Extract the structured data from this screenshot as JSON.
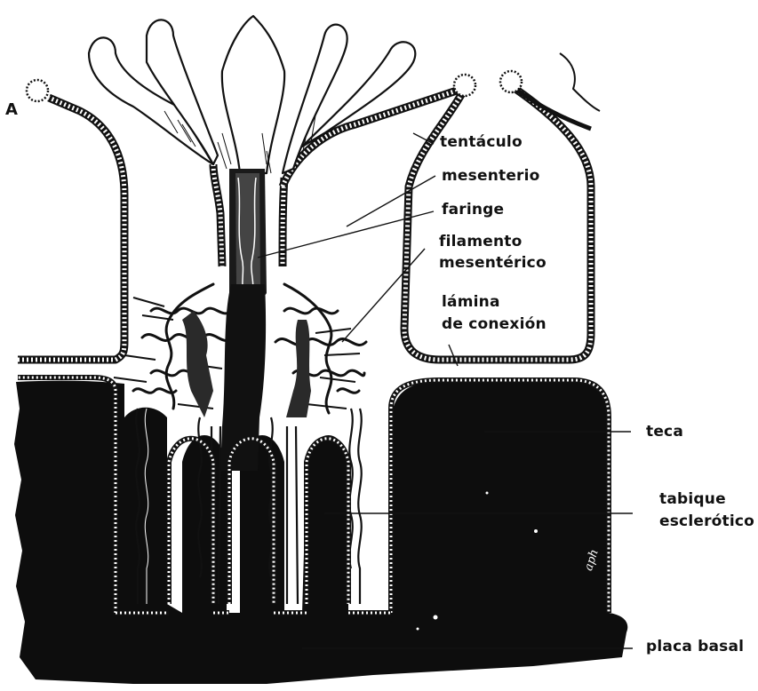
{
  "figure": {
    "panel_letter": "A",
    "signature": "aph",
    "labels": {
      "tentaculo": "tentáculo",
      "mesenterio": "mesenterio",
      "faringe": "faringe",
      "filamento_1": "filamento",
      "filamento_2": "mesentérico",
      "lamina_1": "lámina",
      "lamina_2": "de conexión",
      "teca": "teca",
      "tabique_1": "tabique",
      "tabique_2": "esclerótico",
      "placa": "placa basal"
    },
    "colors": {
      "ink": "#111111",
      "tissue": "#ffffff"
    }
  }
}
